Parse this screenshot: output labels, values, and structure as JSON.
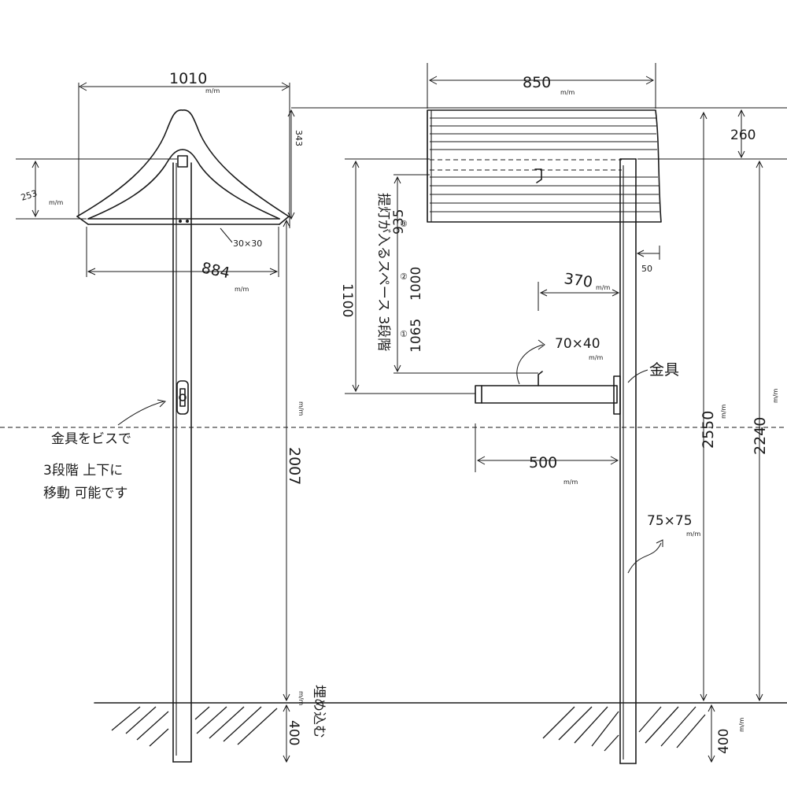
{
  "drawing": {
    "left_view": {
      "roof_width": "1010",
      "roof_width_unit": "m/m",
      "roof_inner_width": "884",
      "roof_inner_width_unit": "m/m",
      "roof_left_height": "253",
      "roof_left_height_unit": "m/m",
      "roof_right_height": "343",
      "beam_section": "30×30",
      "post_height": "2007",
      "post_height_unit": "m/m",
      "bracket_note_lines": [
        "金具をビスで",
        "3段階 上下に",
        "移動 可能です"
      ],
      "buried_depth": "400",
      "buried_depth_unit": "m/m",
      "buried_note": "埋め込む"
    },
    "right_view": {
      "sign_width": "850",
      "sign_width_unit": "m/m",
      "sign_top_gap": "260",
      "post_offset": "50",
      "arm_length": "370",
      "arm_length_unit": "m/m",
      "arm_section": "70×40",
      "arm_section_unit": "m/m",
      "arm_total": "500",
      "arm_total_unit": "m/m",
      "hook_label": "金具",
      "lantern_space_height": "1100",
      "lantern_note": "提灯が入るスペース 3段階",
      "positions": [
        {
          "num": "③",
          "val": "935"
        },
        {
          "num": "②",
          "val": "1000"
        },
        {
          "num": "①",
          "val": "1065"
        }
      ],
      "total_height": "2550",
      "total_height_unit": "m/m",
      "ground_height": "2240",
      "ground_height_unit": "m/m",
      "post_section": "75×75",
      "post_section_unit": "m/m",
      "buried_depth": "400",
      "buried_depth_unit": "m/m"
    }
  }
}
